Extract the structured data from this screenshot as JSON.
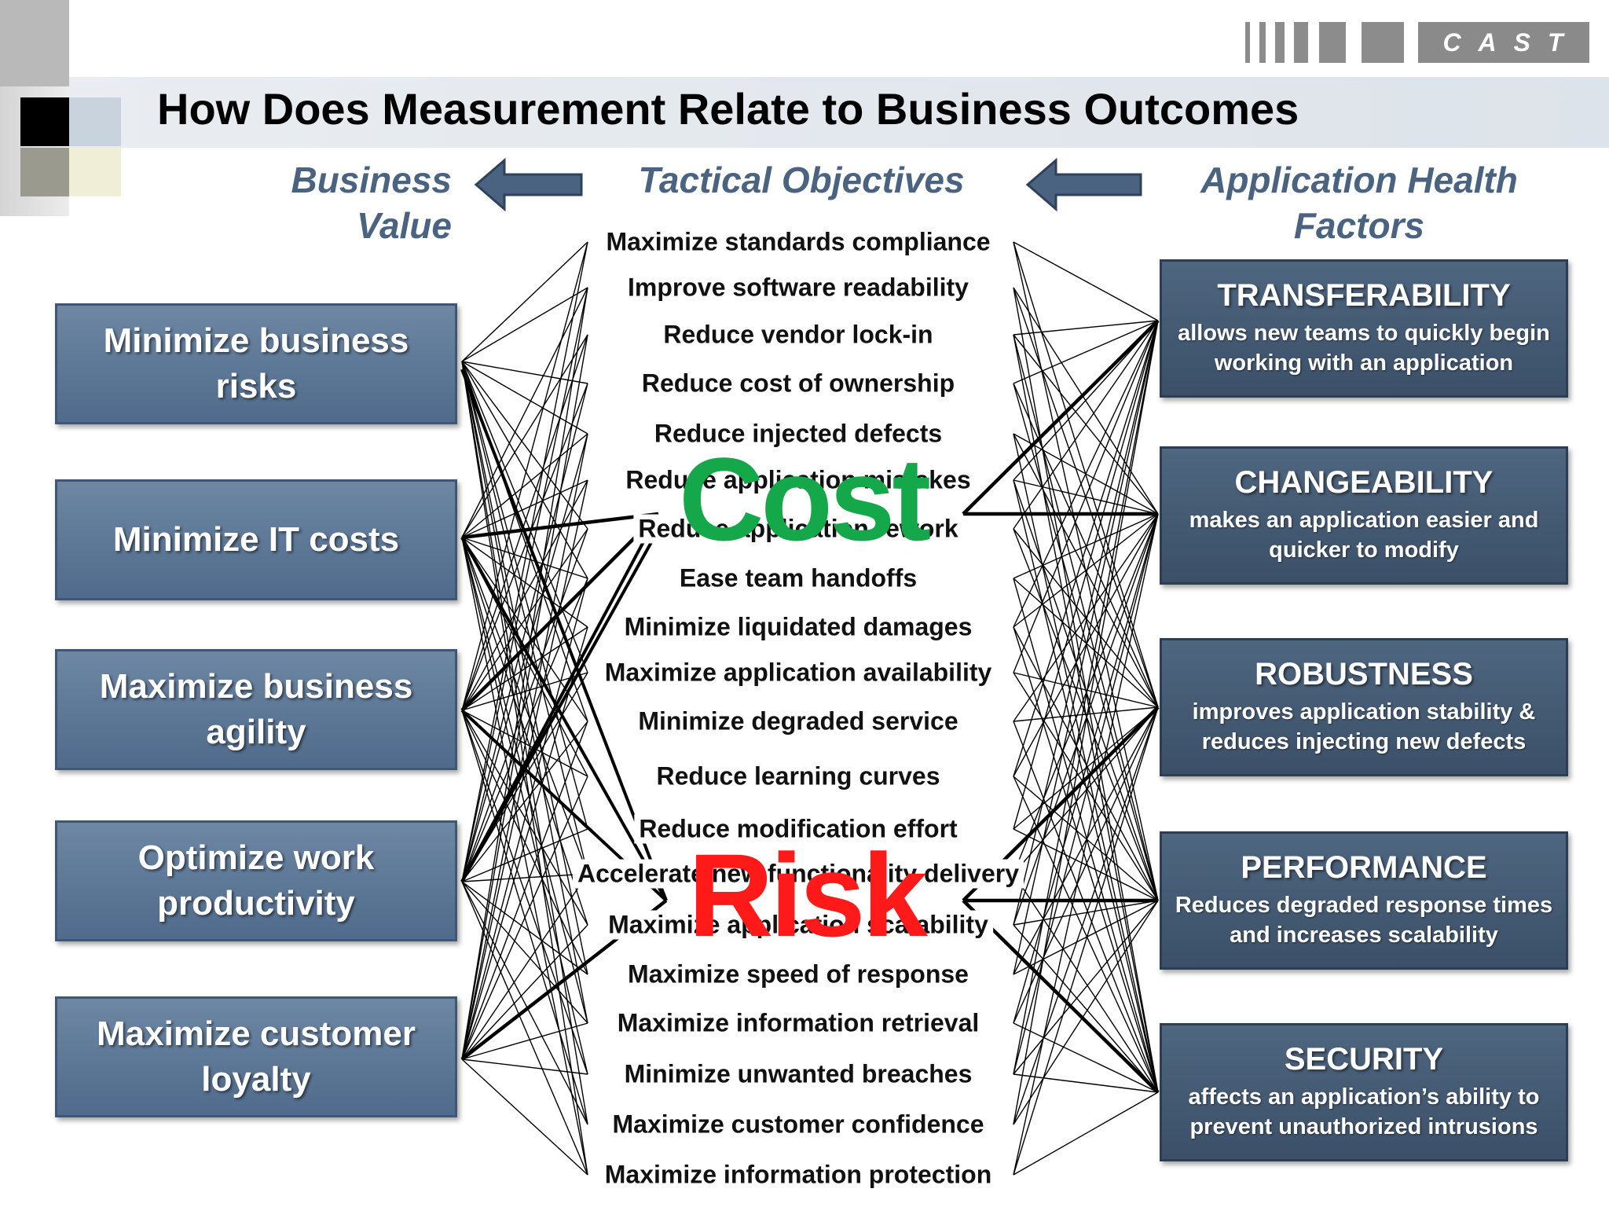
{
  "logo": {
    "text": "CAST"
  },
  "title": "How Does Measurement Relate to Business Outcomes",
  "headers": {
    "business_value": "Business Value",
    "tactical_objectives": "Tactical Objectives",
    "application_health_factors": "Application Health Factors"
  },
  "business_values": [
    "Minimize business risks",
    "Minimize IT costs",
    "Maximize business agility",
    "Optimize work productivity",
    "Maximize customer loyalty"
  ],
  "tactical_objectives": [
    "Maximize standards compliance",
    "Improve software readability",
    "Reduce vendor lock-in",
    "Reduce cost of ownership",
    "Reduce injected defects",
    "Reduce application mistakes",
    "Reduce application rework",
    "Ease team handoffs",
    "Minimize liquidated damages",
    "Maximize application availability",
    "Minimize degraded service",
    "Reduce learning curves",
    "Reduce modification effort",
    "Accelerate new functionality delivery",
    "Maximize application scalability",
    "Maximize speed of response",
    "Maximize information retrieval",
    "Minimize unwanted breaches",
    "Maximize customer confidence",
    "Maximize information protection"
  ],
  "health_factors": [
    {
      "name": "TRANSFERABILITY",
      "description": "allows new teams to quickly begin working with an application"
    },
    {
      "name": "CHANGEABILITY",
      "description": "makes an application easier and quicker to modify"
    },
    {
      "name": "ROBUSTNESS",
      "description": "improves application stability & reduces injecting new defects"
    },
    {
      "name": "PERFORMANCE",
      "description": "Reduces degraded response times and increases scalability"
    },
    {
      "name": "SECURITY",
      "description": "affects an application’s ability to prevent unauthorized intrusions"
    }
  ],
  "overlays": {
    "cost": "Cost",
    "risk": "Risk"
  },
  "colors": {
    "header_text": "#4a6381",
    "value_box": "#5c7898",
    "factor_box": "#44596f",
    "cost": "#14a84a",
    "risk": "#ff1a1a"
  }
}
